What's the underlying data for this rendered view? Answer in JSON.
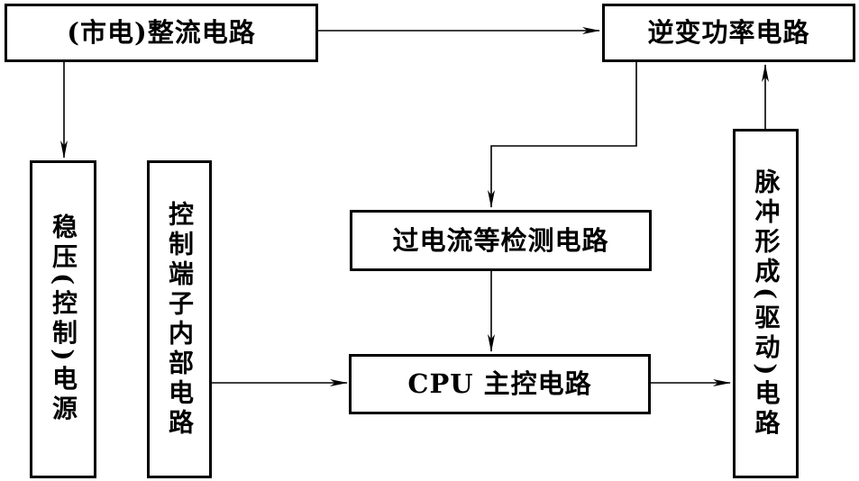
{
  "diagram": {
    "colors": {
      "background": "#ffffff",
      "line": "#000000",
      "text": "#000000"
    },
    "nodes": {
      "rectifier": {
        "label": "(市电)整流电路"
      },
      "inverter": {
        "label": "逆变功率电路"
      },
      "regulator": {
        "label": "稳压(控制)电源"
      },
      "terminal": {
        "label": "控制端子内部电路"
      },
      "detector": {
        "label": "过电流等检测电路"
      },
      "cpu": {
        "label": "CPU 主控电路"
      },
      "pulse": {
        "label": "脉冲形成(驱动)电路"
      }
    },
    "edges": [
      {
        "from": "rectifier",
        "to": "inverter"
      },
      {
        "from": "rectifier",
        "to": "regulator"
      },
      {
        "from": "inverter",
        "to": "detector"
      },
      {
        "from": "detector",
        "to": "cpu"
      },
      {
        "from": "terminal",
        "to": "cpu"
      },
      {
        "from": "cpu",
        "to": "pulse"
      },
      {
        "from": "pulse",
        "to": "inverter"
      }
    ]
  }
}
